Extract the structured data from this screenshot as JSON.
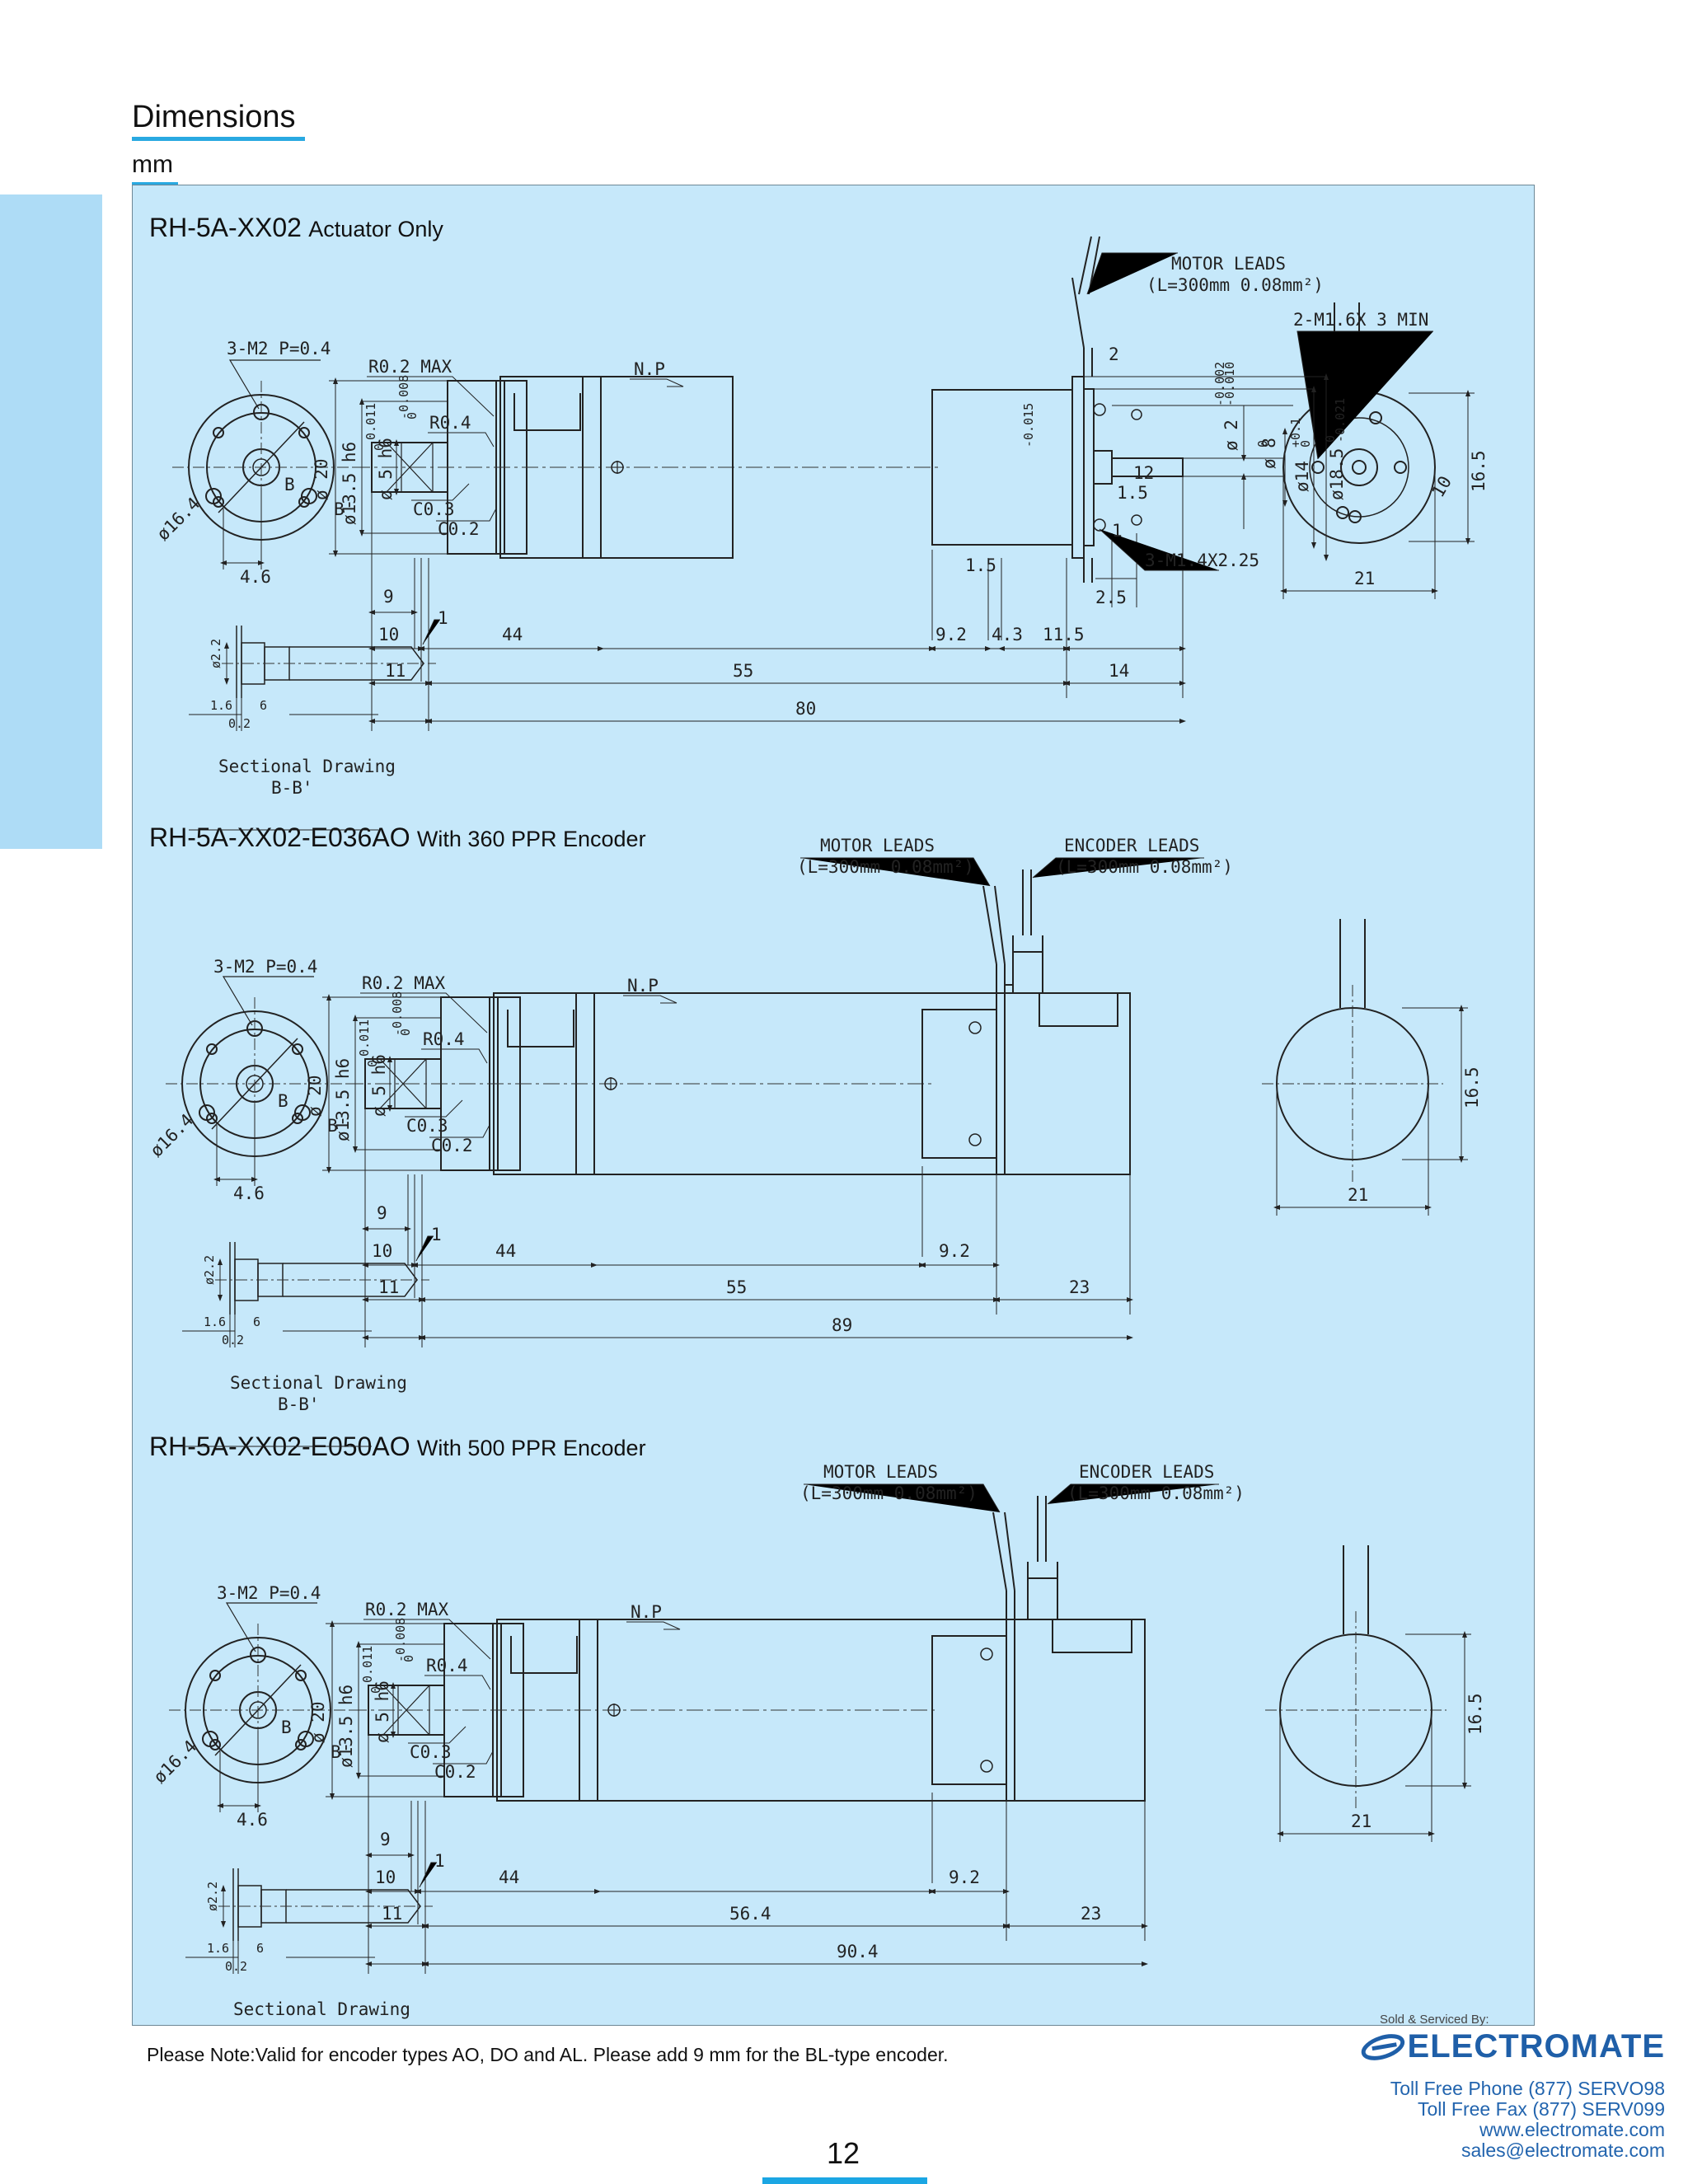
{
  "page": {
    "title": "Dimensions",
    "unit": "mm",
    "page_number": "12",
    "note": "Please Note:Valid for encoder types AO, DO and AL. Please add 9 mm for the BL-type encoder."
  },
  "sections": [
    {
      "model": "RH-5A-XX02",
      "desc": "Actuator Only",
      "top_dims": [
        "11",
        "55",
        "14"
      ],
      "overall": "80"
    },
    {
      "model": "RH-5A-XX02-E036AO",
      "desc": "With 360 PPR Encoder",
      "top_dims": [
        "11",
        "55",
        "23"
      ],
      "overall": "89"
    },
    {
      "model": "RH-5A-XX02-E050AO",
      "desc": "With 500 PPR Encoder",
      "top_dims": [
        "11",
        "56.4",
        "23"
      ],
      "overall": "90.4"
    }
  ],
  "common_labels": {
    "holes": "3-M2 P=0.4",
    "dia_flange": "ø16.4",
    "dim_46": "4.6",
    "b": "B",
    "b_prime": "B'",
    "r02": "R0.2 MAX",
    "r04": "R0.4",
    "c03": "C0.3",
    "c02": "C0.2",
    "np": "N.P",
    "d20": "ø 20",
    "d135": "ø13.5 h6",
    "d5": "ø 5 h6",
    "tol1": "0",
    "tol1b": "-0.011",
    "tol2": "0",
    "tol2b": "-0.008",
    "d9": "9",
    "d10": "10",
    "d1": "1",
    "d44": "44",
    "d92": "9.2",
    "sec_d22": "ø2.2",
    "sec_16": "1.6",
    "sec_6": "6",
    "sec_02": "0.2",
    "sec_drawing": "Sectional Drawing",
    "sec_bb": "B-B'",
    "motor_leads": "MOTOR LEADS",
    "encoder_leads": "ENCODER LEADS",
    "leads_spec": "(L=300mm 0.08mm²)",
    "end_h": "16.5",
    "end_w": "21"
  },
  "actuator_only_extra": {
    "m16": "2-M1.6X 3 MIN",
    "d2": "2",
    "dia2": "ø 2",
    "dia8": "ø 8",
    "dia14": "ø14",
    "dia185": "ø18.5",
    "tol_d2": "-0.002",
    "tol_d2b": "-0.010",
    "tol_d8": "0",
    "tol_d8b": "-0.015",
    "tol_d14": "+0.1",
    "tol_d14b": "0",
    "tol_d185": "0",
    "tol_d185b": "-0.021",
    "d12": "12",
    "d1b": "1",
    "d15": "1.5",
    "d15b": "1.5",
    "m14": "3-M1.4X2.25",
    "d25": "2.5",
    "d43": "4.3",
    "d115": "11.5",
    "d10end": "10"
  },
  "logo": {
    "sold": "Sold & Serviced By:",
    "brand": "ELECTROMATE"
  },
  "contact": {
    "phone": "Toll Free Phone  (877) SERVO98",
    "fax": "Toll Free Fax  (877) SERV099",
    "web": "www.electromate.com",
    "email": "sales@electromate.com"
  },
  "colors": {
    "panel": "#c6e8fa",
    "accent": "#29a9e1",
    "side_tab": "#aedcf6",
    "brand": "#1f5fa8"
  }
}
